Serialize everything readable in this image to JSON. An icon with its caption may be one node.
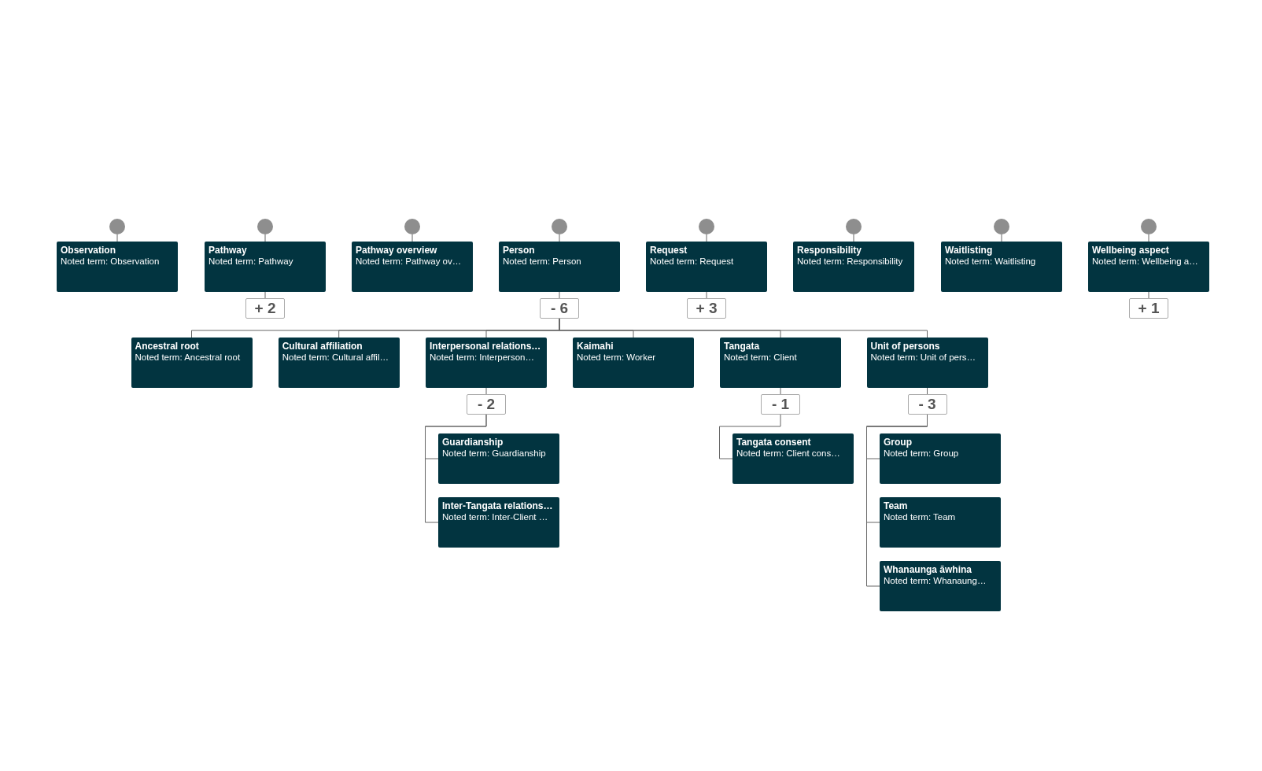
{
  "diagram": {
    "nodes": [
      {
        "text": [],
        "shape": "circle"
      },
      {
        "text": [
          "Observation",
          "Noted term: Observation"
        ]
      },
      {
        "text": [],
        "shape": "circle"
      },
      {
        "text": [
          "Pathway",
          "Noted term: Pathway"
        ]
      },
      {
        "text": [
          "+ 2"
        ]
      },
      {
        "text": [],
        "shape": "circle"
      },
      {
        "text": [
          "Pathway overview",
          "Noted term: Pathway ov…"
        ]
      },
      {
        "text": [],
        "shape": "circle"
      },
      {
        "text": [
          "Person",
          "Noted term: Person"
        ]
      },
      {
        "text": [
          "- 6"
        ]
      },
      {
        "text": [],
        "shape": "circle"
      },
      {
        "text": [
          "Request",
          "Noted term: Request"
        ]
      },
      {
        "text": [
          "+ 3"
        ]
      },
      {
        "text": [],
        "shape": "circle"
      },
      {
        "text": [
          "Responsibility",
          "Noted term: Responsibility"
        ]
      },
      {
        "text": [],
        "shape": "circle"
      },
      {
        "text": [
          "Waitlisting",
          "Noted term: Waitlisting"
        ]
      },
      {
        "text": [],
        "shape": "circle"
      },
      {
        "text": [
          "Wellbeing aspect",
          "Noted term: Wellbeing a…"
        ]
      },
      {
        "text": [
          "+ 1"
        ]
      },
      {
        "text": [
          "Ancestral root",
          "Noted term: Ancestral root"
        ]
      },
      {
        "text": [
          "Cultural affiliation",
          "Noted term: Cultural affil…"
        ]
      },
      {
        "text": [
          "Interpersonal relations…",
          "Noted term: Interperson…"
        ]
      },
      {
        "text": [
          "- 2"
        ]
      },
      {
        "text": [
          "Kaimahi",
          "Noted term: Worker"
        ]
      },
      {
        "text": [
          "Tangata",
          "Noted term: Client"
        ]
      },
      {
        "text": [
          "- 1"
        ]
      },
      {
        "text": [
          "Unit of persons",
          "Noted term: Unit of pers…"
        ]
      },
      {
        "text": [
          "- 3"
        ]
      },
      {
        "text": [
          "Guardianship",
          "Noted term: Guardianship"
        ]
      },
      {
        "text": [
          "Inter-Tangata relations…",
          "Noted term: Inter-Client …"
        ]
      },
      {
        "text": [
          "Tangata consent",
          "Noted term: Client cons…"
        ]
      },
      {
        "text": [
          "Group",
          "Noted term: Group"
        ]
      },
      {
        "text": [
          "Team",
          "Noted term: Team"
        ]
      },
      {
        "text": [
          "Whanaunga āwhina",
          "Noted term: Whanaung…"
        ]
      }
    ],
    "edges": [
      {
        "from": 0,
        "to": 1,
        "arrow": "none"
      },
      {
        "from": 2,
        "to": 3,
        "arrow": "none"
      },
      {
        "from": 3,
        "to": 4,
        "arrow": "none"
      },
      {
        "from": 5,
        "to": 6,
        "arrow": "none"
      },
      {
        "from": 7,
        "to": 8,
        "arrow": "none"
      },
      {
        "from": 8,
        "to": 9,
        "arrow": "none"
      },
      {
        "from": 10,
        "to": 11,
        "arrow": "none"
      },
      {
        "from": 11,
        "to": 12,
        "arrow": "none"
      },
      {
        "from": 13,
        "to": 14,
        "arrow": "none"
      },
      {
        "from": 15,
        "to": 16,
        "arrow": "none"
      },
      {
        "from": 17,
        "to": 18,
        "arrow": "none"
      },
      {
        "from": 18,
        "to": 19,
        "arrow": "none"
      },
      {
        "from": 9,
        "to": 20,
        "arrow": "none"
      },
      {
        "from": 9,
        "to": 21,
        "arrow": "none"
      },
      {
        "from": 9,
        "to": 22,
        "arrow": "none"
      },
      {
        "from": 9,
        "to": 24,
        "arrow": "none"
      },
      {
        "from": 9,
        "to": 25,
        "arrow": "none"
      },
      {
        "from": 9,
        "to": 27,
        "arrow": "none"
      },
      {
        "from": 22,
        "to": 23,
        "arrow": "none"
      },
      {
        "from": 25,
        "to": 26,
        "arrow": "none"
      },
      {
        "from": 27,
        "to": 28,
        "arrow": "none"
      },
      {
        "from": 23,
        "to": 29,
        "arrow": "none"
      },
      {
        "from": 23,
        "to": 30,
        "arrow": "none"
      },
      {
        "from": 26,
        "to": 31,
        "arrow": "none"
      },
      {
        "from": 28,
        "to": 32,
        "arrow": "none"
      },
      {
        "from": 28,
        "to": 33,
        "arrow": "none"
      },
      {
        "from": 28,
        "to": 34,
        "arrow": "none"
      }
    ]
  }
}
